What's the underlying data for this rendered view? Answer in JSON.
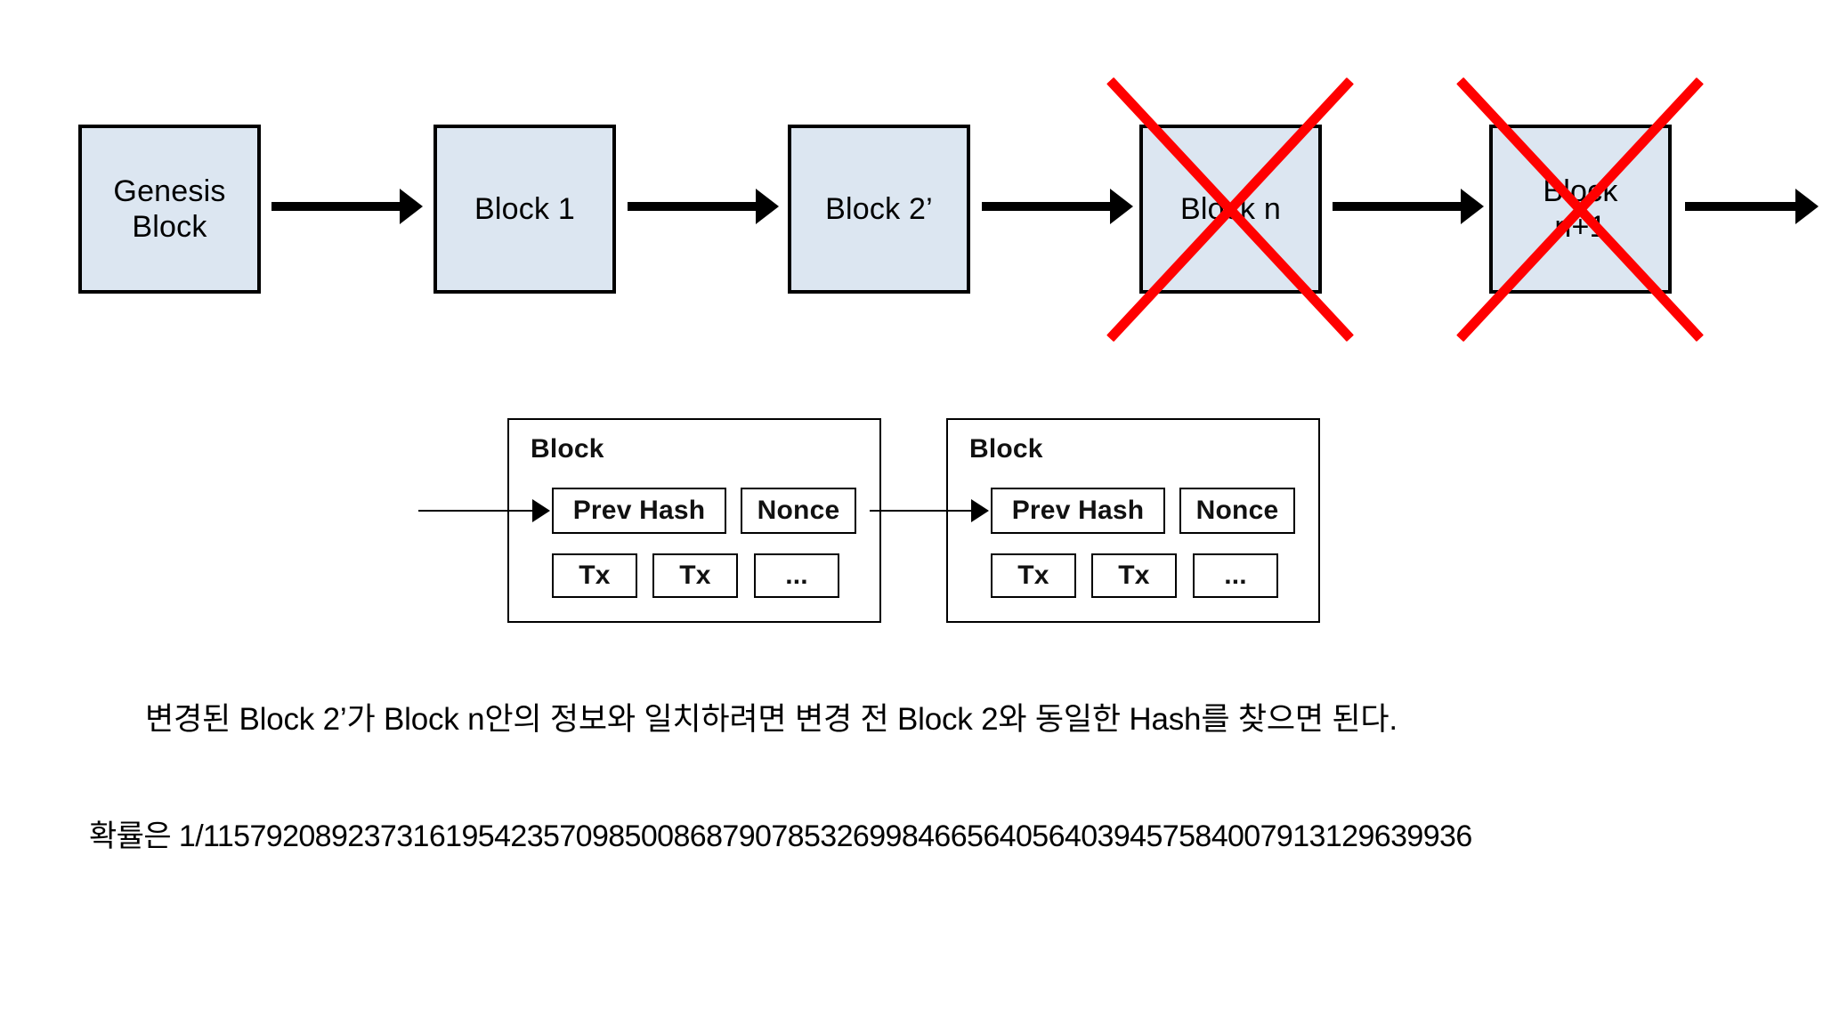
{
  "chain": {
    "blocks": [
      {
        "label": "Genesis\nBlock",
        "line1": "Genesis",
        "line2": "Block",
        "crossed": false
      },
      {
        "label": "Block 1",
        "line1": "Block 1",
        "line2": "",
        "crossed": false
      },
      {
        "label": "Block 2’",
        "line1": "Block 2’",
        "line2": "",
        "crossed": false
      },
      {
        "label": "Block n",
        "line1": "Block n",
        "line2": "",
        "crossed": true
      },
      {
        "label": "Block n+1",
        "line1": "Block",
        "line2": "n+1",
        "crossed": true
      }
    ],
    "arrow_count": 5,
    "block_fill": "#dce6f1",
    "block_border": "#000000",
    "cross_color": "#ff0000"
  },
  "detail": {
    "blocks": [
      {
        "title": "Block",
        "prev_hash": "Prev Hash",
        "nonce": "Nonce",
        "tx1": "Tx",
        "tx2": "Tx",
        "more": "..."
      },
      {
        "title": "Block",
        "prev_hash": "Prev Hash",
        "nonce": "Nonce",
        "tx1": "Tx",
        "tx2": "Tx",
        "more": "..."
      }
    ]
  },
  "captions": {
    "line1": "변경된 Block 2’가 Block n안의 정보와 일치하려면 변경 전 Block 2와 동일한 Hash를 찾으면 된다.",
    "line2_prefix": "확률은 ",
    "line2_value": "1/115792089237316195423570985008687907853269984665640564039457584007913129639936",
    "line2": "확률은 1/115792089237316195423570985008687907853269984665640564039457584007913129639936"
  }
}
